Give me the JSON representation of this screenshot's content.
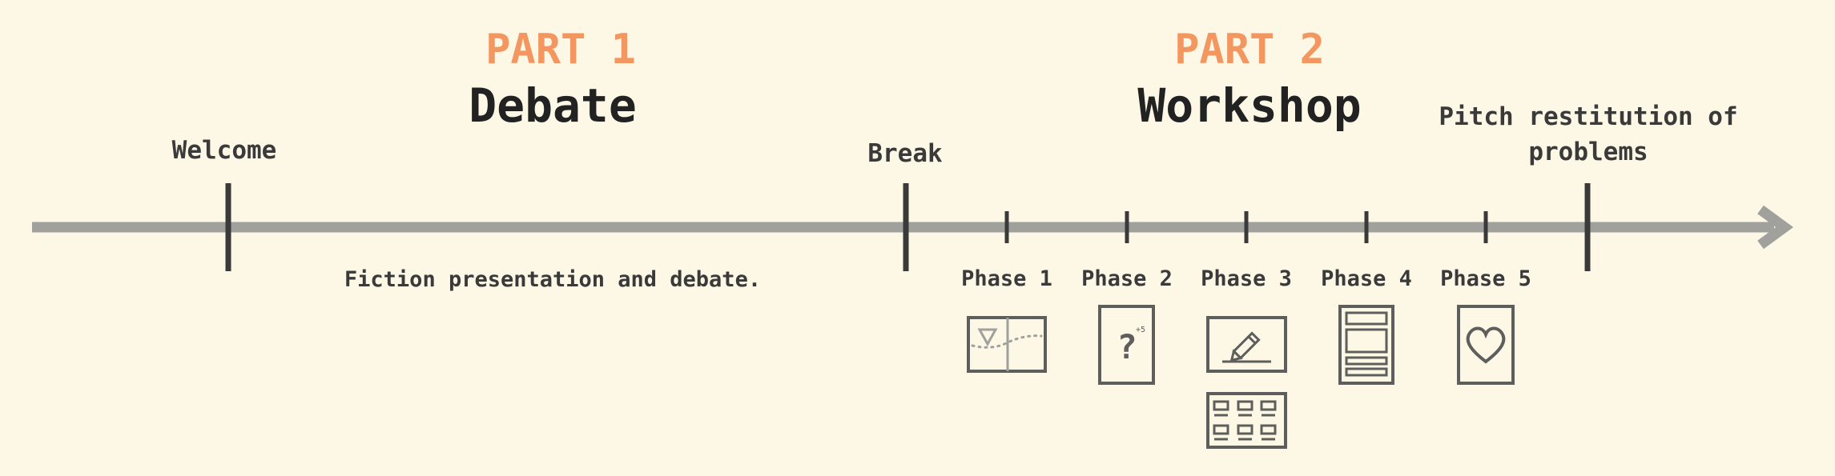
{
  "part1": {
    "label": "PART 1",
    "title": "Debate"
  },
  "part2": {
    "label": "PART 2",
    "title": "Workshop"
  },
  "events": {
    "welcome": "Welcome",
    "break": "Break",
    "pitch": "Pitch restitution of problems"
  },
  "description": "Fiction presentation and debate.",
  "phases": [
    "Phase 1",
    "Phase 2",
    "Phase 3",
    "Phase 4",
    "Phase 5"
  ],
  "icons": {
    "phase1": "map-icon",
    "phase2": "question-card-icon",
    "phase3": [
      "pencil-card-icon",
      "grid-board-icon"
    ],
    "phase4": "document-icon",
    "phase5": "heart-card-icon"
  },
  "colors": {
    "background": "#fdf8e6",
    "accent": "#f4965f",
    "timeline": "#a0a09c",
    "ticks": "#3a3a3a",
    "icons": "#5e5e5c"
  }
}
